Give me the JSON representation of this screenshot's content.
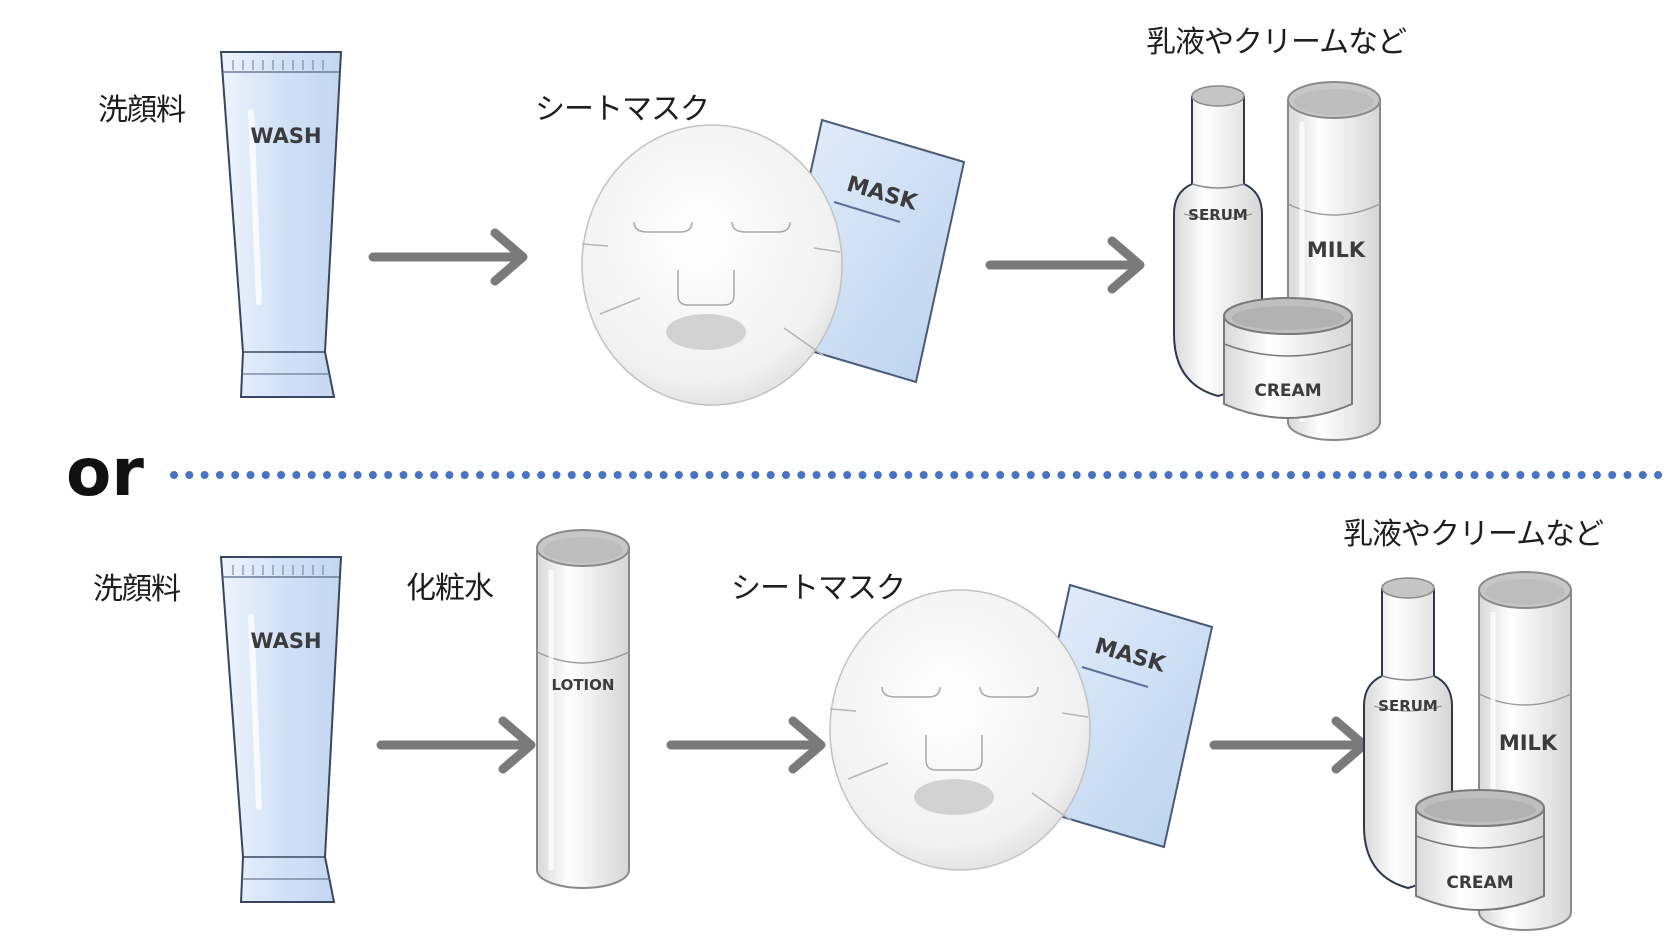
{
  "rows": [
    {
      "steps": {
        "wash": {
          "label": "洗顔料",
          "product": "WASH"
        },
        "mask": {
          "label": "シートマスク",
          "product": "MASK"
        },
        "finish": {
          "label": "乳液やクリームなど",
          "serum": "SERUM",
          "milk": "MILK",
          "cream": "CREAM"
        }
      }
    },
    {
      "steps": {
        "wash": {
          "label": "洗顔料",
          "product": "WASH"
        },
        "lotion": {
          "label": "化粧水",
          "product": "LOTION"
        },
        "mask": {
          "label": "シートマスク",
          "product": "MASK"
        },
        "finish": {
          "label": "乳液やクリームなど",
          "serum": "SERUM",
          "milk": "MILK",
          "cream": "CREAM"
        }
      }
    }
  ],
  "separator": {
    "word": "or",
    "dot_color": "#4a72c4"
  },
  "colors": {
    "arrow": "#7a7a7a",
    "tube_fill": "#dde9f8",
    "outline": "#3a4660",
    "mask_packet": "#cfe0f5"
  }
}
